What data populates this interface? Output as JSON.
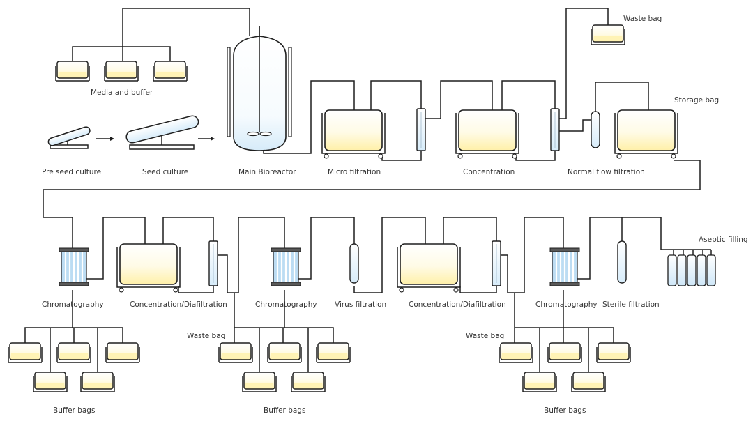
{
  "labels": {
    "media_and_buffer": "Media and buffer",
    "pre_seed_culture": "Pre seed culture",
    "seed_culture": "Seed culture",
    "main_bioreactor": "Main Bioreactor",
    "micro_filtration": "Micro filtration",
    "concentration": "Concentration",
    "normal_flow_filtration": "Normal flow filtration",
    "waste_bag_top": "Waste bag",
    "storage_bag": "Storage bag",
    "chromatography_1": "Chromatography",
    "concentration_diafiltration_1": "Concentration/Diafiltration",
    "chromatography_2": "Chromatography",
    "virus_filtration": "Virus filtration",
    "concentration_diafiltration_2": "Concentration/Diafiltration",
    "chromatography_3": "Chromatography",
    "sterile_filtration": "Sterile filtration",
    "aseptic_filling": "Aseptic filling",
    "waste_bag_2": "Waste bag",
    "waste_bag_3": "Waste bag",
    "buffer_bags_1": "Buffer bags",
    "buffer_bags_2": "Buffer bags",
    "buffer_bags_3": "Buffer bags"
  },
  "colors": {
    "line": "#1f1f1f",
    "liquid": "#fff3b5",
    "vessel_fill": "#f4f9fd",
    "column_blue": "#bcdcf3",
    "column_cap": "#595959",
    "filter_fill": "#f2f8fd"
  }
}
